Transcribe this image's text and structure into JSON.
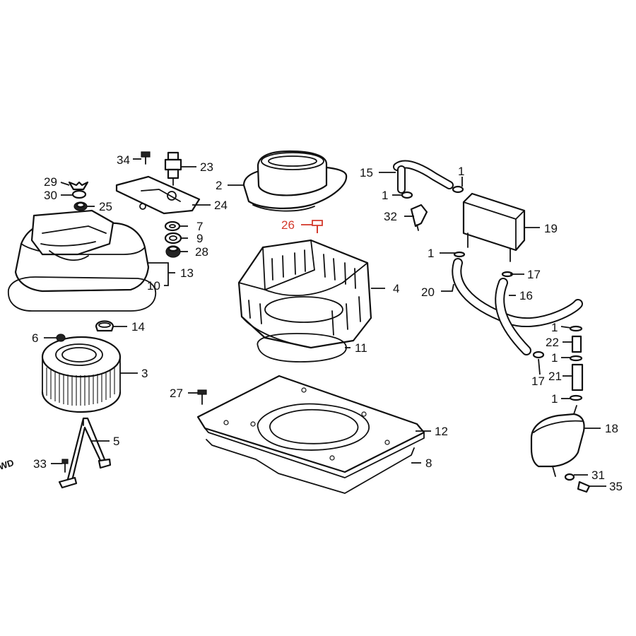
{
  "accent_color": "#d33a2c",
  "direction_mark": "WD",
  "callouts": {
    "c1": "1",
    "c2": "2",
    "c3": "3",
    "c4": "4",
    "c5": "5",
    "c6": "6",
    "c7": "7",
    "c8": "8",
    "c9": "9",
    "c10": "10",
    "c11": "11",
    "c12": "12",
    "c13": "13",
    "c14": "14",
    "c15": "15",
    "c16": "16",
    "c17": "17",
    "c18": "18",
    "c19": "19",
    "c20": "20",
    "c21": "21",
    "c22": "22",
    "c23": "23",
    "c24": "24",
    "c25": "25",
    "c26": "26",
    "c27": "27",
    "c28": "28",
    "c29": "29",
    "c30": "30",
    "c31": "31",
    "c32": "32",
    "c33": "33",
    "c34": "34",
    "c35": "35"
  }
}
